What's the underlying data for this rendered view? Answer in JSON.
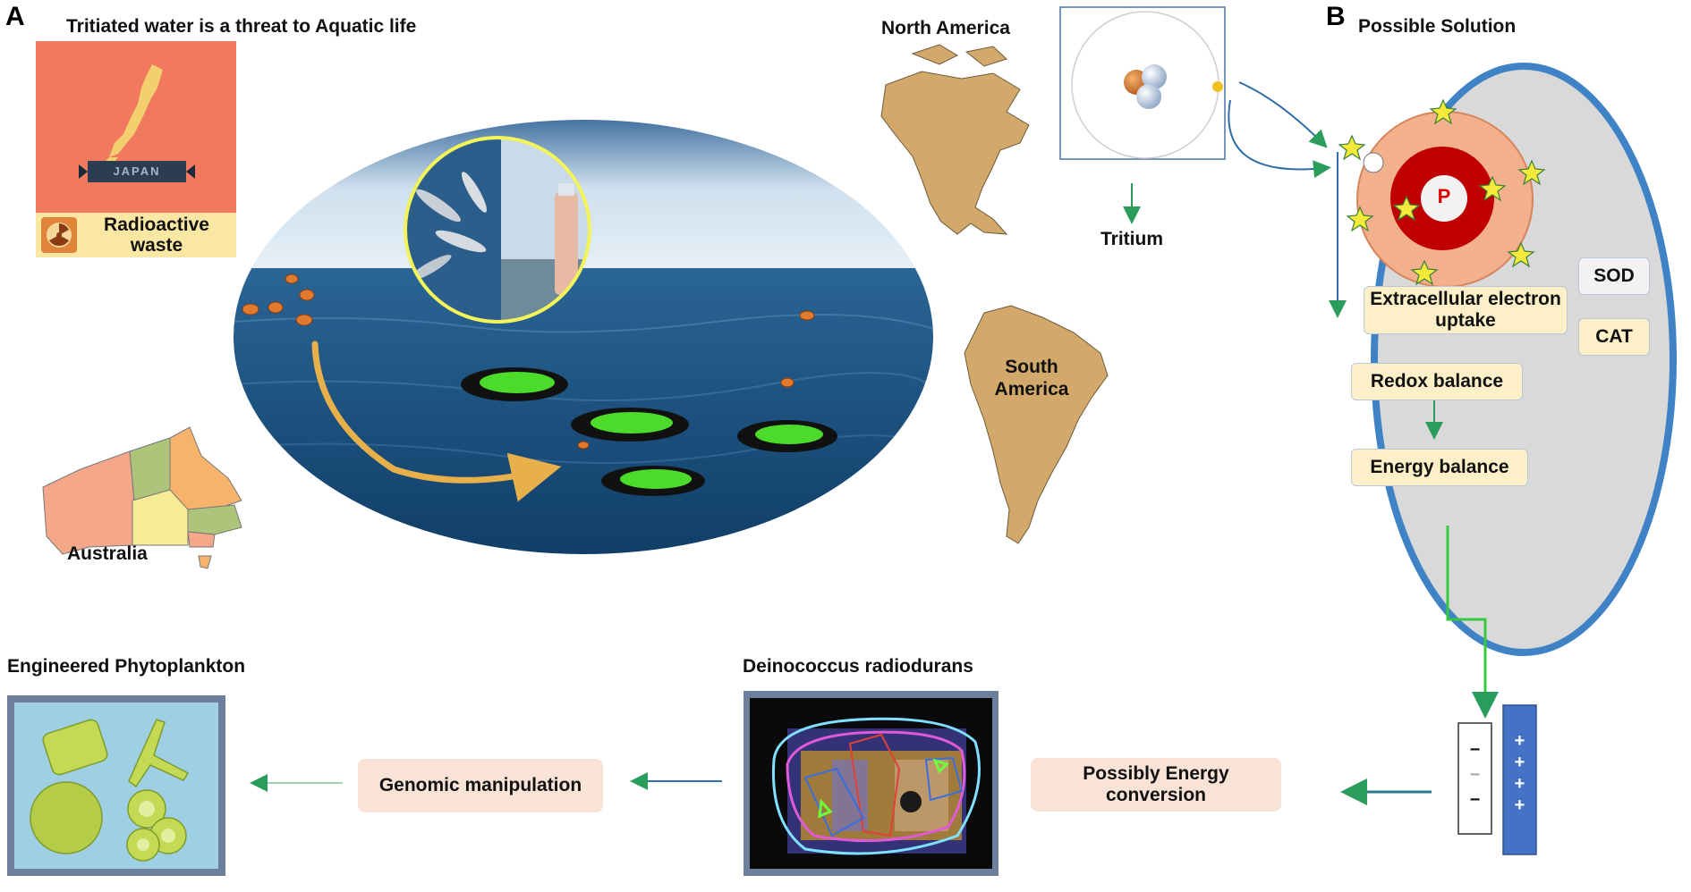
{
  "panel_a": {
    "letter": "A",
    "title": "Tritiated water is a threat to Aquatic life",
    "japan_banner": "JAPAN",
    "radioactive_waste": "Radioactive waste",
    "north_america": "North America",
    "tritium": "Tritium",
    "south_america": "South America",
    "australia": "Australia"
  },
  "panel_b": {
    "letter": "B",
    "title": "Possible Solution",
    "nucleus": "P",
    "extracellular": "Extracellular electron uptake",
    "sod": "SOD",
    "cat": "CAT",
    "redox": "Redox balance",
    "energy": "Energy balance"
  },
  "bottom": {
    "engineered": "Engineered Phytoplankton",
    "genomic": "Genomic manipulation",
    "deinococcus": "Deinococcus radiodurans",
    "energy_conversion": "Possibly Energy conversion",
    "minus": "−",
    "plus": "+"
  },
  "colors": {
    "cell_border": "#3f83c6",
    "cell_fill": "#d9d9d9",
    "cytoplasm": "#f2b08c",
    "nucleus_ring": "#c00000",
    "arrow_green": "#2a9d5c",
    "arrow_blue": "#2f6ea8",
    "land": "#d2a96b",
    "ocean": "#1d5a8c"
  },
  "icons": [
    "japan-map-icon",
    "radiation-icon",
    "tritium-atom-icon",
    "star-icon",
    "battery-icon"
  ]
}
